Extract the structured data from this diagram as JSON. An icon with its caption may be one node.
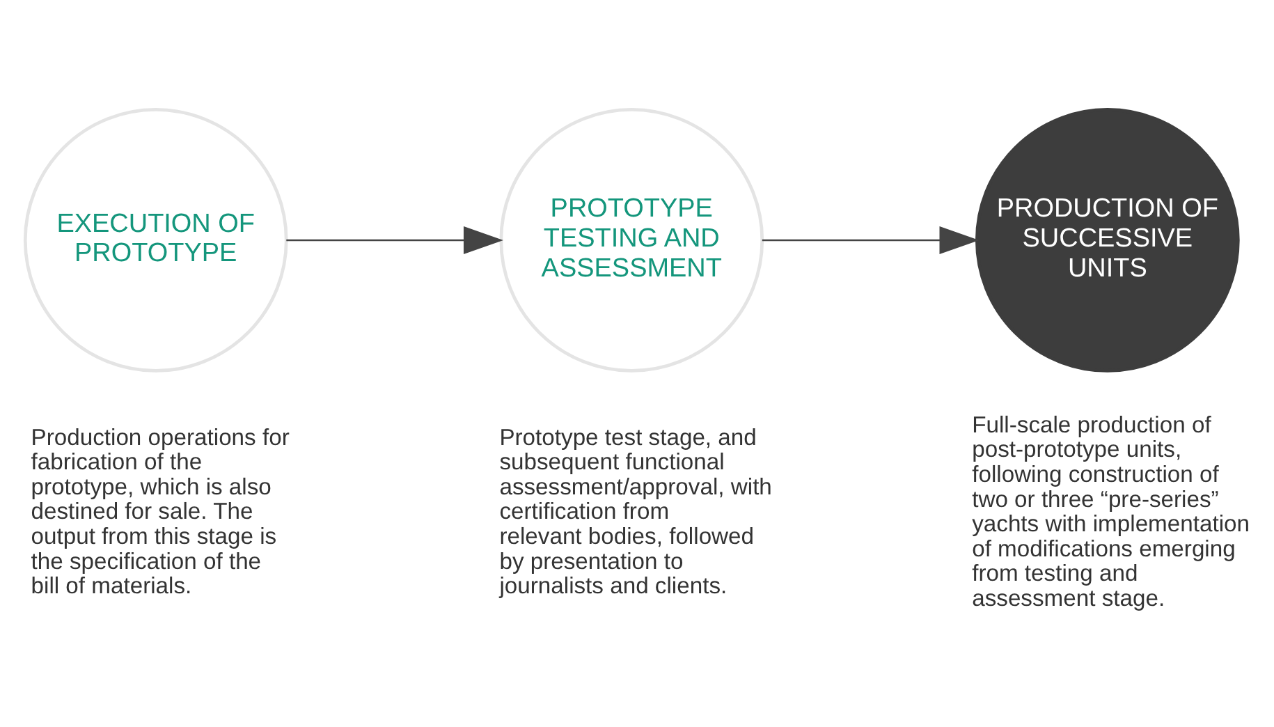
{
  "diagram": {
    "nodes": [
      {
        "text": [
          "EXECUTION OF PROTOTYPE"
        ],
        "beside": [
          "Production operations for fabrication of the prototype, which is also destined for sale. The output from this stage is the specification of the bill of materials."
        ]
      },
      {
        "text": [
          "PROTOTYPE TESTING AND ASSESSMENT"
        ],
        "beside": [
          "Prototype test stage, and subsequent functional assessment/approval, with certification from relevant bodies, followed by presentation to journalists and clients."
        ]
      },
      {
        "text": [
          "PRODUCTION OF SUCCESSIVE UNITS"
        ],
        "beside": [
          "Full-scale production of post-prototype units, following construction of two or three “pre-series” yachts with implementation of modifications emerging from testing and assessment stage."
        ]
      }
    ],
    "edges": [
      {
        "from": 0,
        "to": 1,
        "arrow": "to"
      },
      {
        "from": 1,
        "to": 2,
        "arrow": "to"
      }
    ]
  }
}
